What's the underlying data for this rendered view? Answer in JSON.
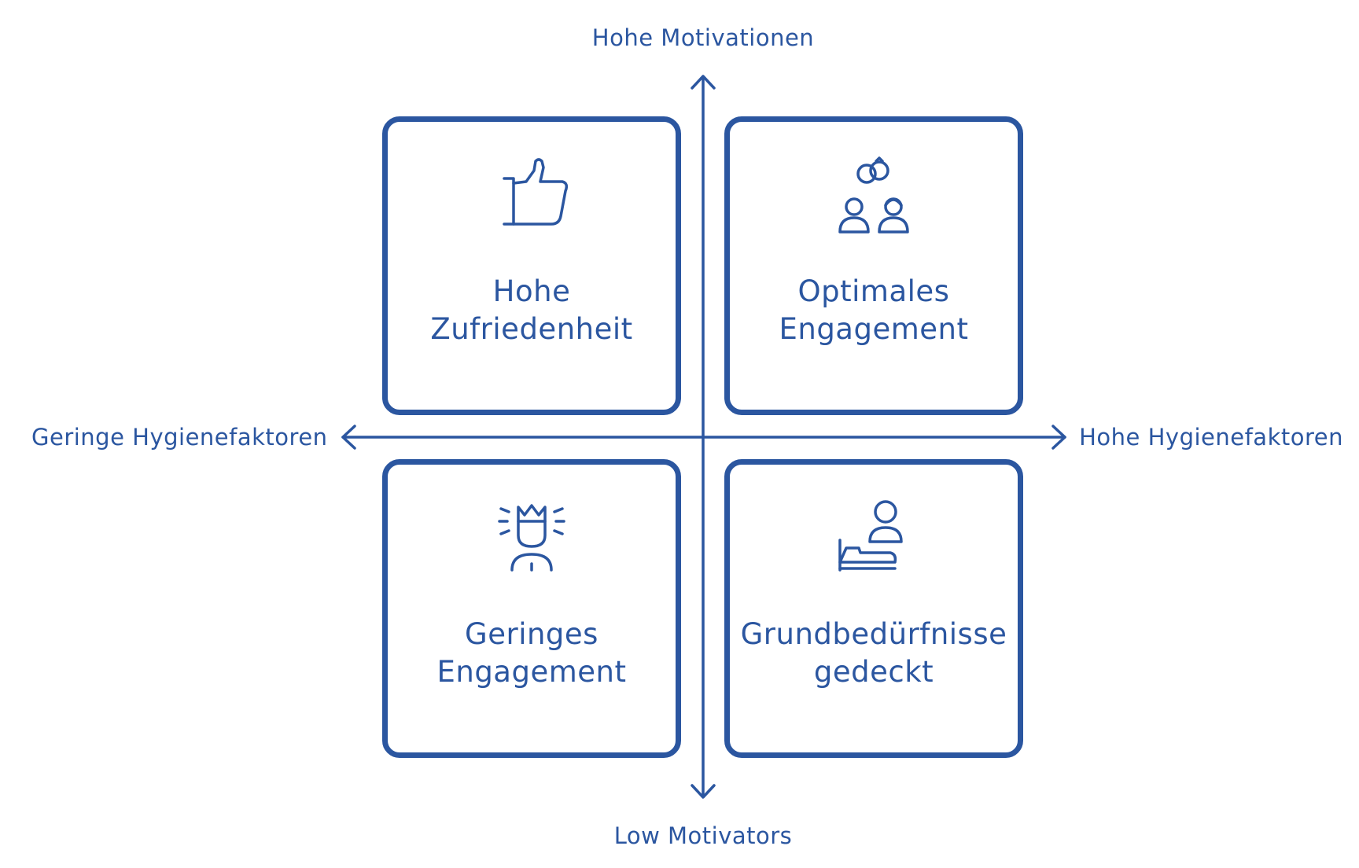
{
  "axes": {
    "top": "Hohe Motivationen",
    "bottom": "Low Motivators",
    "left": "Geringe Hygienefaktoren",
    "right": "Hohe Hygienefaktoren"
  },
  "quadrants": {
    "top_left": {
      "line1": "Hohe",
      "line2": "Zufriedenheit",
      "icon": "thumbs-up-icon"
    },
    "top_right": {
      "line1": "Optimales",
      "line2": "Engagement",
      "icon": "couple-rings-icon"
    },
    "bottom_left": {
      "line1": "Geringes",
      "line2": "Engagement",
      "icon": "crowned-person-icon"
    },
    "bottom_right": {
      "line1": "Grundbedürfnisse",
      "line2": "gedeckt",
      "icon": "person-in-bed-icon"
    }
  },
  "colors": {
    "stroke": "#2b56a0"
  }
}
